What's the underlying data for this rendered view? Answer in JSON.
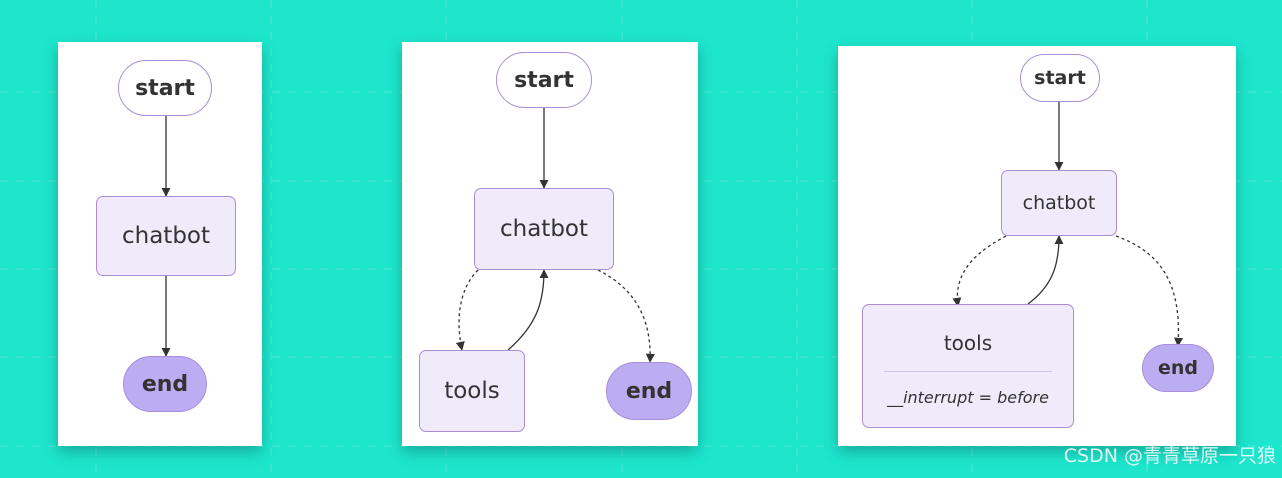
{
  "colors": {
    "background": "#1de6cd",
    "node_border": "#a98ed6",
    "box_fill": "#efebfb",
    "end_fill": "#bcadf3",
    "edge": "#333333"
  },
  "graph1": {
    "start": "start",
    "chatbot": "chatbot",
    "end": "end"
  },
  "graph2": {
    "start": "start",
    "chatbot": "chatbot",
    "tools": "tools",
    "end": "end"
  },
  "graph3": {
    "start": "start",
    "chatbot": "chatbot",
    "tools": "tools",
    "tools_sub": "__interrupt = before",
    "end": "end"
  },
  "watermark": "CSDN @青青草原一只狼"
}
